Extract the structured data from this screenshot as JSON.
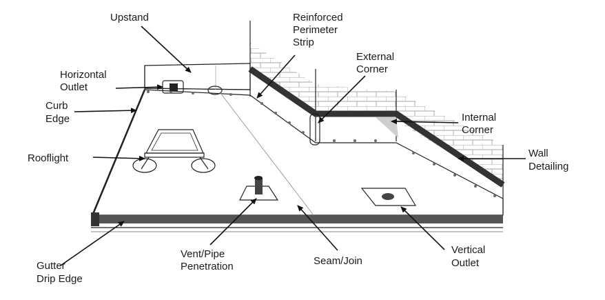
{
  "labels": {
    "upstand": [
      "Upstand"
    ],
    "horizontal_outlet": [
      "Horizontal",
      "Outlet"
    ],
    "curb_edge": [
      "Curb",
      "Edge"
    ],
    "rooflight": [
      "Rooflight"
    ],
    "reinforced_perimeter_strip": [
      "Reinforced",
      "Perimeter",
      "Strip"
    ],
    "external_corner": [
      "External",
      "Corner"
    ],
    "internal_corner": [
      "Internal",
      "Corner"
    ],
    "wall_detailing": [
      "Wall",
      "Detailing"
    ],
    "gutter_drip_edge": [
      "Gutter",
      "Drip Edge"
    ],
    "vent_pipe_penetration": [
      "Vent/Pipe",
      "Penetration"
    ],
    "seam_join": [
      "Seam/Join"
    ],
    "vertical_outlet": [
      "Vertical",
      "Outlet"
    ]
  },
  "colors": {
    "membrane_band": "#333333",
    "drip_edge": "#555555",
    "brick_line": "#8a8a8a",
    "leader": "#111111"
  }
}
